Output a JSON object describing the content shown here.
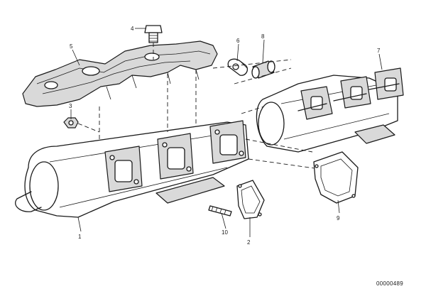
{
  "callouts": [
    {
      "id": "1",
      "label": "1"
    },
    {
      "id": "2",
      "label": "2"
    },
    {
      "id": "3",
      "label": "3"
    },
    {
      "id": "4",
      "label": "4"
    },
    {
      "id": "5",
      "label": "5"
    },
    {
      "id": "6",
      "label": "6"
    },
    {
      "id": "7",
      "label": "7"
    },
    {
      "id": "8",
      "label": "8"
    },
    {
      "id": "9",
      "label": "9"
    },
    {
      "id": "10",
      "label": "10"
    }
  ],
  "diagram_code": "00000489"
}
